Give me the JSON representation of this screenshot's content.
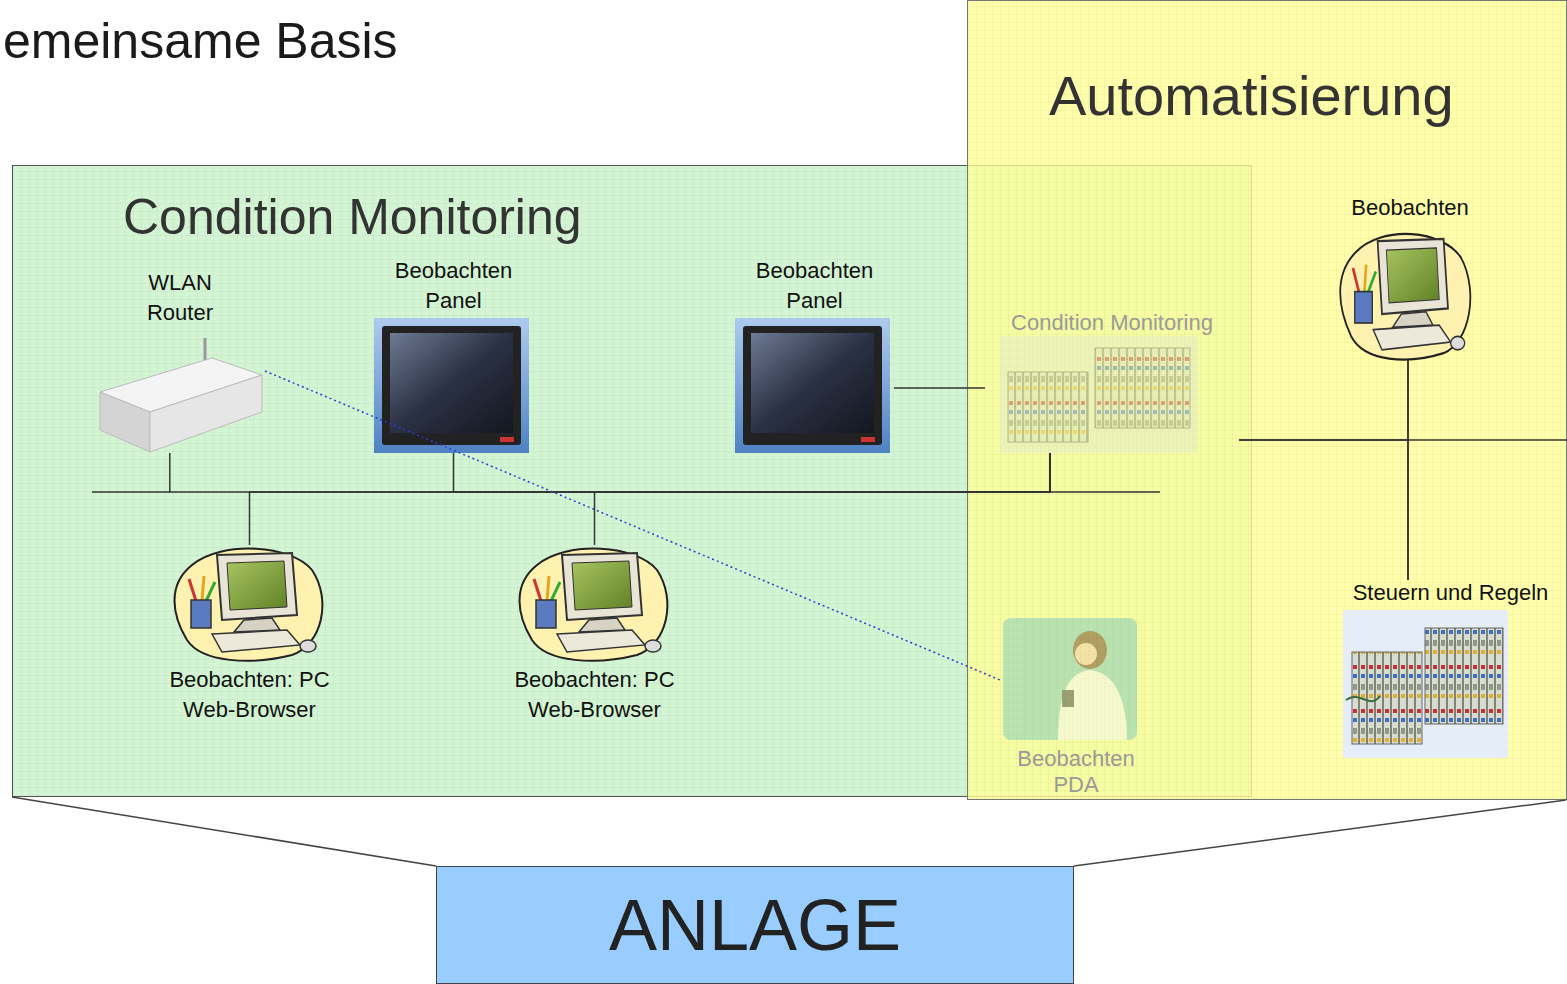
{
  "diagram": {
    "title": "emeinsame Basis",
    "nodes": [
      {
        "text": [
          "Condition Monitoring"
        ]
      },
      {
        "text": [
          "Automatisierung"
        ]
      },
      {
        "text": [
          "WLAN Router"
        ],
        "in": 0
      },
      {
        "text": [
          "Beobachten Panel"
        ],
        "in": 0
      },
      {
        "text": [
          "Beobachten Panel"
        ],
        "in": 0
      },
      {
        "text": [
          "Beobachten: PC Web-Browser"
        ],
        "in": 0
      },
      {
        "text": [
          "Beobachten: PC Web-Browser"
        ],
        "in": 0
      },
      {
        "text": [
          "Condition Monitoring"
        ],
        "in": 0
      },
      {
        "text": [
          "Beobachten PDA"
        ],
        "in": 0
      },
      {
        "text": [
          "Beobachten"
        ],
        "in": 1
      },
      {
        "text": [
          "Steuern und Regeln"
        ],
        "in": 1
      },
      {
        "text": [
          "ANLAGE"
        ]
      }
    ],
    "edges": [
      {
        "from": 2,
        "to": 7,
        "arrow": "none"
      },
      {
        "from": 3,
        "to": 7,
        "arrow": "none"
      },
      {
        "from": 5,
        "to": 7,
        "arrow": "none"
      },
      {
        "from": 6,
        "to": 7,
        "arrow": "none"
      },
      {
        "from": 4,
        "to": 7,
        "arrow": "none"
      },
      {
        "from": 2,
        "to": 8,
        "arrow": "none"
      },
      {
        "from": 7,
        "to": 9,
        "arrow": "none"
      },
      {
        "from": 7,
        "to": 10,
        "arrow": "none"
      },
      {
        "from": 9,
        "to": 10,
        "arrow": "none"
      }
    ]
  }
}
